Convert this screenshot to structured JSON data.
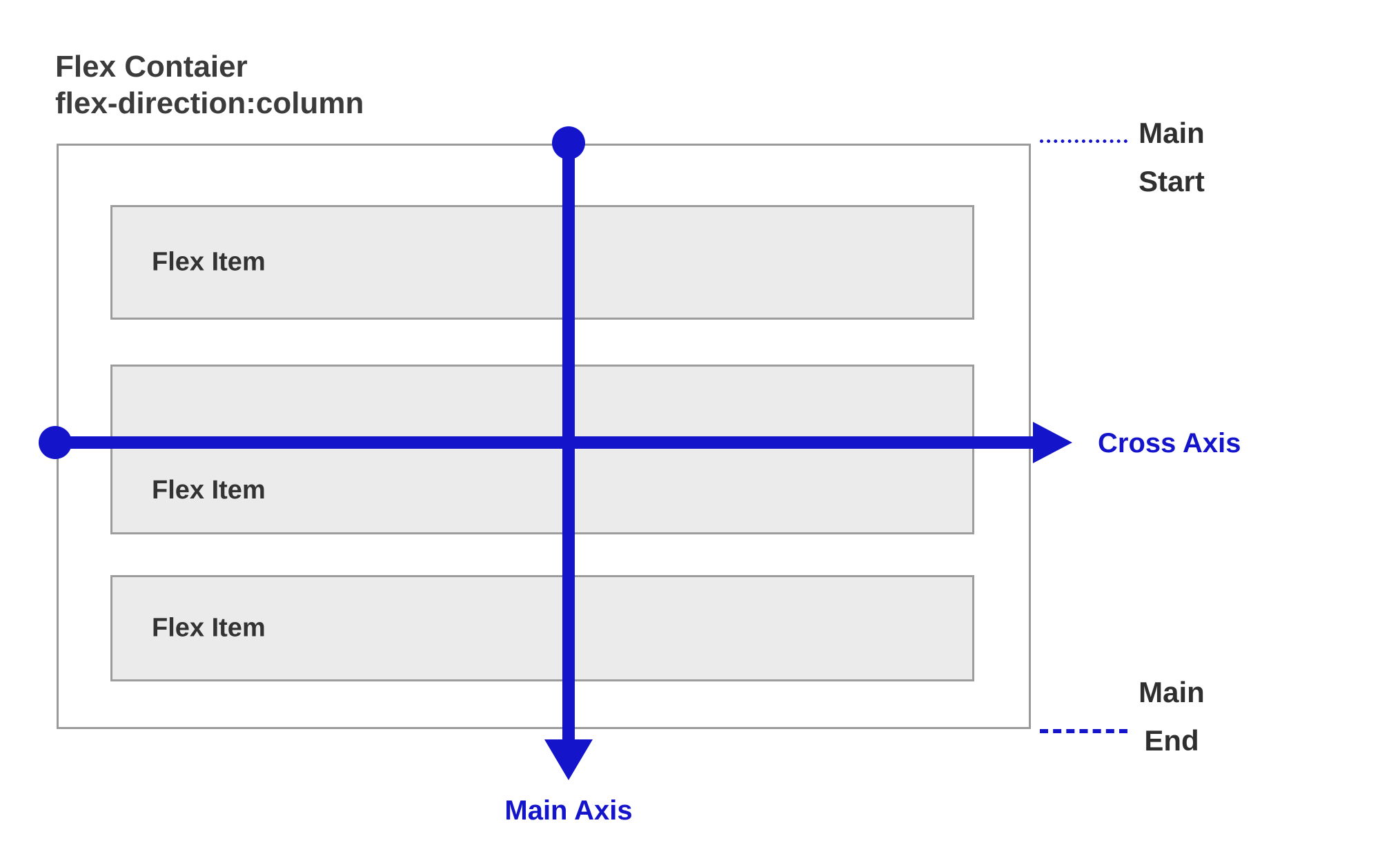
{
  "title": {
    "line1": "Flex Contaier",
    "line2": "flex-direction:column"
  },
  "container": {
    "items": [
      {
        "label": "Flex Item"
      },
      {
        "label": "Flex Item"
      },
      {
        "label": "Flex Item"
      }
    ]
  },
  "axes": {
    "main_axis_label": "Main Axis",
    "cross_axis_label": "Cross Axis"
  },
  "markers": {
    "main_start": {
      "line1": "Main",
      "line2": "Start"
    },
    "main_end": {
      "line1": "Main",
      "line2": "End"
    }
  },
  "colors": {
    "axis_blue": "#1414cb",
    "item_fill": "#ebebeb",
    "item_border": "#9c9c9c",
    "container_border": "#9a9a9a",
    "text_dark": "#3b3b3b",
    "item_text": "#333333",
    "marker_text": "#2f2f2f"
  }
}
